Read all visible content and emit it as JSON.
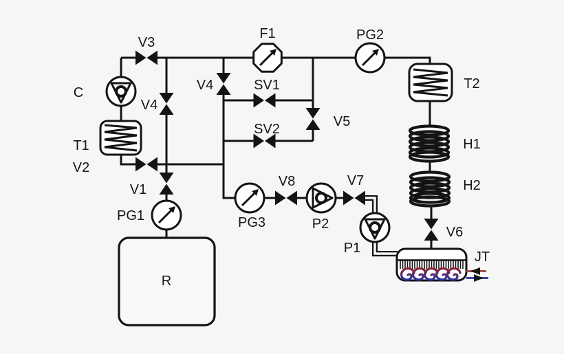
{
  "diagram": {
    "title": "refrigeration-process-flow-diagram",
    "colors": {
      "line": "#141414",
      "background": "#f6f6f6",
      "hot_in": "#a84a4a",
      "cold_out": "#3a42ae"
    },
    "labels": {
      "c": "C",
      "v3": "V3",
      "f1": "F1",
      "pg2": "PG2",
      "t2": "T2",
      "v4_left": "V4",
      "v4_right": "V4",
      "sv1": "SV1",
      "sv2": "SV2",
      "v5": "V5",
      "t1": "T1",
      "v2": "V2",
      "v1": "V1",
      "pg1": "PG1",
      "r": "R",
      "pg3": "PG3",
      "v8": "V8",
      "p2": "P2",
      "v7": "V7",
      "p1": "P1",
      "h1": "H1",
      "h2": "H2",
      "v6": "V6",
      "jt": "JT"
    }
  }
}
